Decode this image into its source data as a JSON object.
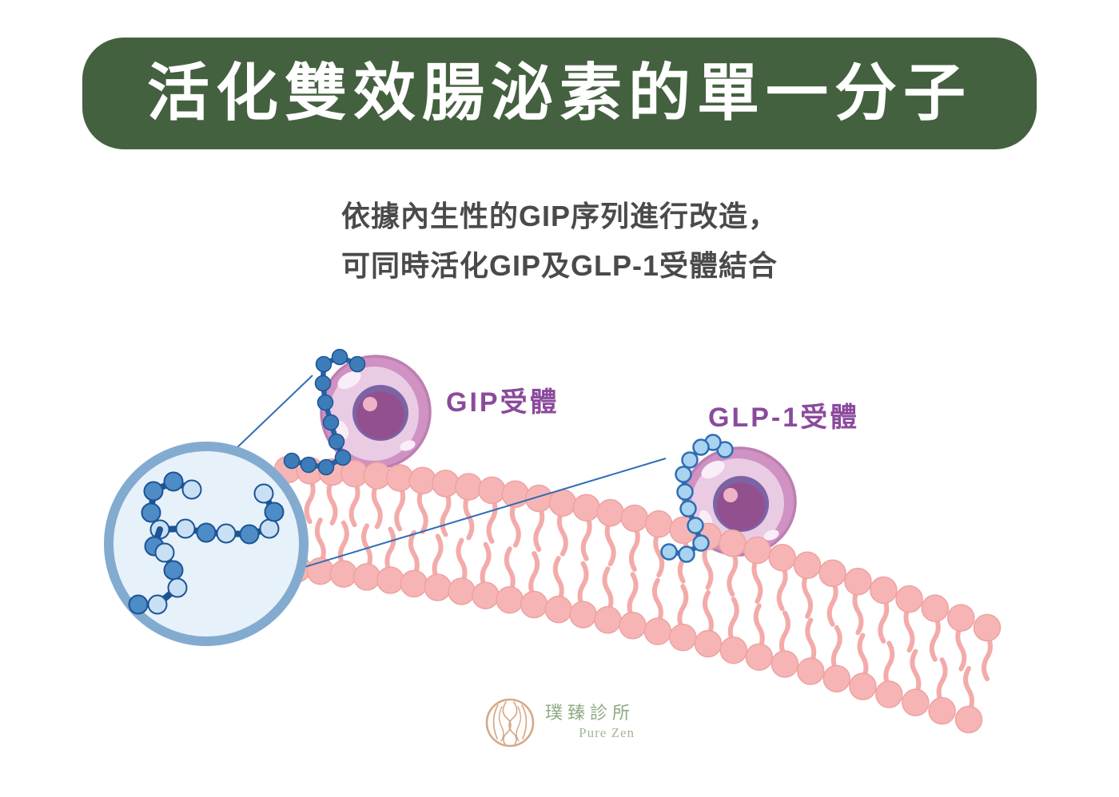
{
  "page": {
    "bg_color": "#ffffff"
  },
  "banner": {
    "title": "活化雙效腸泌素的單一分子",
    "bg_color": "#44613f",
    "text_color": "#ffffff"
  },
  "subtitle": {
    "line1": "依據內生性的GIP序列進行改造，",
    "line2": "可同時活化GIP及GLP-1受體結合",
    "text_color": "#4a4a4a"
  },
  "diagram": {
    "labels": {
      "gip_receptor": "GIP受體",
      "glp1_receptor": "GLP-1受體",
      "label_color": "#8b4a9c"
    },
    "colors": {
      "membrane_head": "#f6b5b4",
      "membrane_head_stroke": "#eda2a1",
      "membrane_tail": "#f3abaa",
      "cell_outer": "#cf92c2",
      "cell_outline": "#bd7fb2",
      "cell_cytoplasm": "#e9cbe4",
      "cell_highlight": "#f9eef7",
      "nucleus_ring": "#7c64a4",
      "nucleus_core": "#93508f",
      "nucleus_highlight": "#efb3c7",
      "chain_dark": "#1c5494",
      "chain_medium": "#4d8cc7",
      "chain_light": "#c9e0f4",
      "gip_chain_dot": "#3c7cb8",
      "glp1_chain_dot": "#a9d3ee",
      "chain_link": "#2a62a5",
      "magnifier_fill": "#e7f1f9",
      "magnifier_stroke": "#83abd0",
      "connector_line": "#2f6db5"
    }
  },
  "footer_logo": {
    "icon": "pure-zen-emblem-icon",
    "clinic_name": "璞臻診所",
    "clinic_name_en": "Pure Zen",
    "name_color": "#8fa982",
    "en_color": "#a3b794",
    "icon_color": "#d7a886"
  }
}
